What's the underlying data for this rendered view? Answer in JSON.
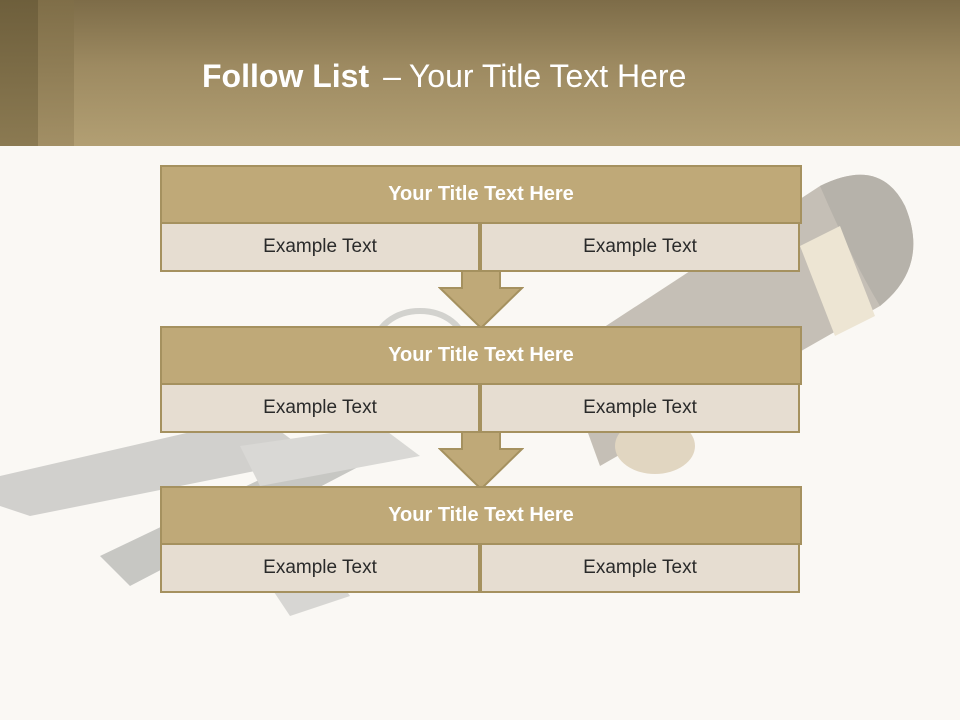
{
  "header": {
    "title_bold": "Follow List",
    "title_dash": "–",
    "title_rest": "Your Title Text Here"
  },
  "blocks": [
    {
      "title": "Your Title Text Here",
      "left_text": "Example Text",
      "right_text": "Example Text"
    },
    {
      "title": "Your Title Text Here",
      "left_text": "Example Text",
      "right_text": "Example Text"
    },
    {
      "title": "Your Title Text Here",
      "left_text": "Example Text",
      "right_text": "Example Text"
    }
  ],
  "colors": {
    "header": "#9d8a61",
    "block_title": "#bfa978",
    "block_cell": "#e6ddd1",
    "border": "#a5915f"
  }
}
